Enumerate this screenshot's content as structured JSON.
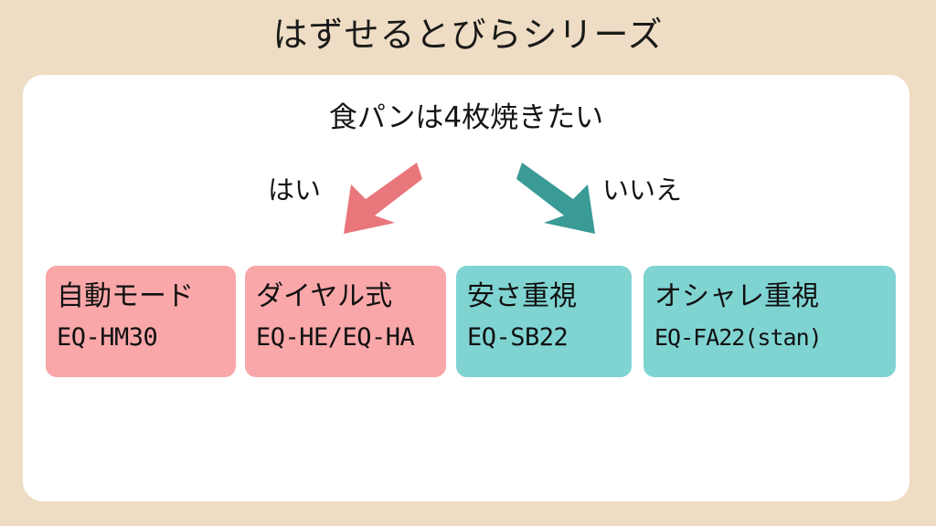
{
  "title": "はずせるとびらシリーズ",
  "colors": {
    "background": "#eeddc4",
    "card": "#ffffff",
    "pink": "#f9a7a9",
    "pink_arrow": "#e8767a",
    "teal": "#7fd4d2",
    "teal_arrow": "#399a96",
    "text": "#141414"
  },
  "card": {
    "question": "食パンは4枚焼きたい",
    "branches": [
      {
        "label": "はい",
        "arrow_icon": "arrow-down-left-icon",
        "arrow_color": "#e8767a"
      },
      {
        "label": "いいえ",
        "arrow_icon": "arrow-down-right-icon",
        "arrow_color": "#399a96"
      }
    ],
    "options": [
      {
        "title": "自動モード",
        "model": "EQ-HM30",
        "color": "#f9a7a9",
        "branch": "はい"
      },
      {
        "title": "ダイヤル式",
        "model": "EQ-HE/EQ-HA",
        "color": "#f9a7a9",
        "branch": "はい"
      },
      {
        "title": "安さ重視",
        "model": "EQ-SB22",
        "color": "#7fd4d2",
        "branch": "いいえ"
      },
      {
        "title": "オシャレ重視",
        "model": "EQ-FA22(stan)",
        "color": "#7fd4d2",
        "branch": "いいえ"
      }
    ]
  }
}
